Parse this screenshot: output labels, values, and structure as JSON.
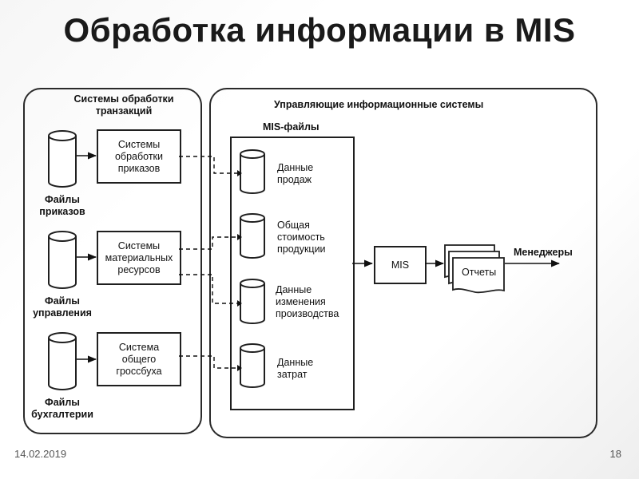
{
  "slide": {
    "title": "Обработка информации в MIS",
    "date": "14.02.2019",
    "page_number": "18"
  },
  "left_panel": {
    "heading": "Системы обработки\nтранзакций",
    "systems": [
      {
        "label": "Системы\nобработки\nприказов",
        "file_label": "Файлы\nприказов"
      },
      {
        "label": "Системы\nматериальных\nресурсов",
        "file_label": "Файлы\nуправления"
      },
      {
        "label": "Система\nобщего\nгроссбуха",
        "file_label": "Файлы\nбухгалтерии"
      }
    ]
  },
  "right_panel": {
    "heading": "Управляющие информационные системы",
    "mis_files_heading": "MIS-файлы",
    "mis_files": [
      {
        "label": "Данные\nпродаж"
      },
      {
        "label": "Общая\nстоимость\nпродукции"
      },
      {
        "label": "Данные\nизменения\nпроизводства"
      },
      {
        "label": "Данные\nзатрат"
      }
    ],
    "mis_box": "MIS",
    "reports": "Отчеты",
    "managers": "Менеджеры"
  }
}
